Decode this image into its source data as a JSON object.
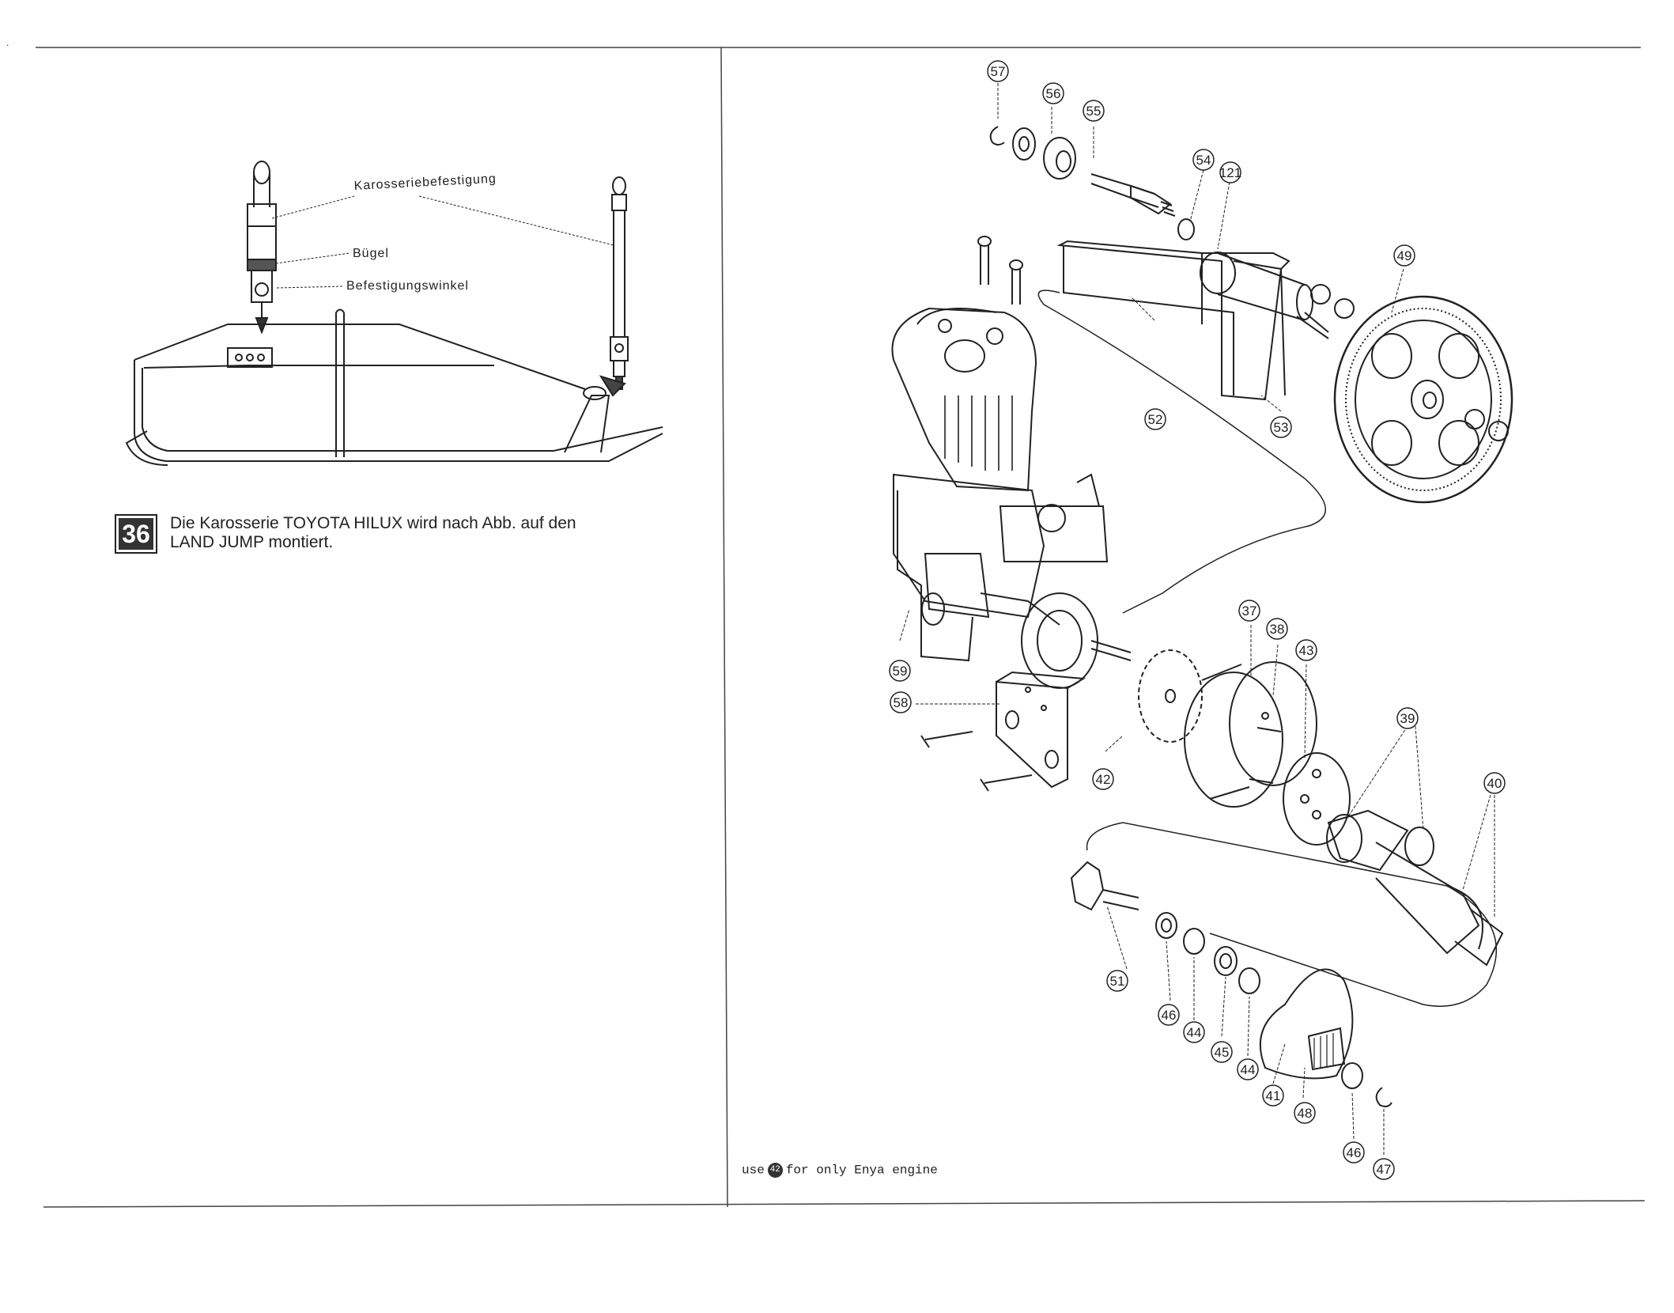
{
  "left_panel": {
    "labels": {
      "body_mount": "Karosseriebefestigung",
      "bracket": "Bügel",
      "mounting_angle": "Befestigungswinkel"
    },
    "step": {
      "number": "36",
      "text": "Die Karosserie TOYOTA HILUX wird nach Abb. auf den\nLAND JUMP montiert."
    }
  },
  "right_panel": {
    "part_numbers": [
      "57",
      "56",
      "55",
      "54",
      "121",
      "49",
      "52",
      "53",
      "59",
      "58",
      "42",
      "37",
      "38",
      "43",
      "39",
      "40",
      "51",
      "46",
      "44",
      "45",
      "44",
      "41",
      "48",
      "46",
      "47"
    ],
    "note": {
      "prefix": "use",
      "ref": "42",
      "suffix": "for only Enya engine"
    }
  }
}
